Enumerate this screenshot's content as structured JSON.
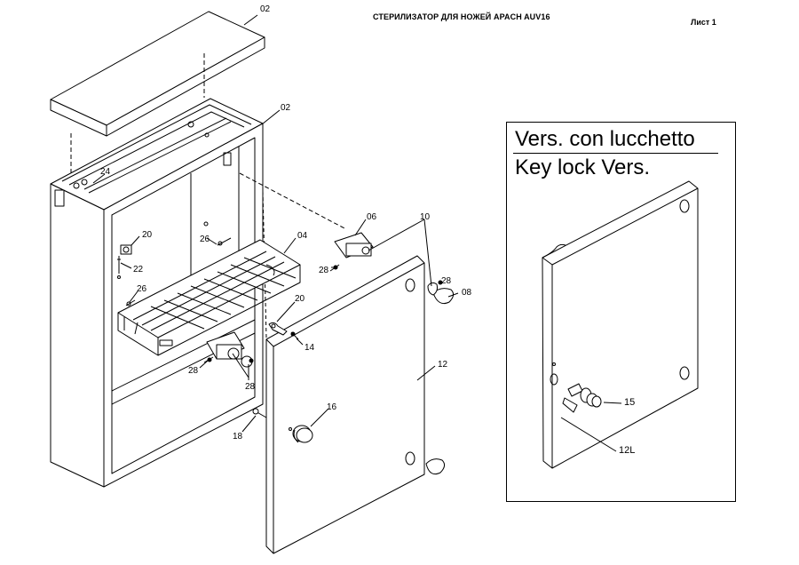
{
  "page": {
    "title": "СТЕРИЛИЗАТОР ДЛЯ НОЖЕЙ APACH AUV16",
    "sheet": "Лист 1"
  },
  "inset": {
    "title_it": "Vers. con lucchetto",
    "title_en": "Key lock Vers.",
    "callouts": {
      "lock": "15",
      "door": "12L"
    }
  },
  "callouts": {
    "lid": "02",
    "cabinet": "02",
    "screws_top": "24",
    "bracket_left": "20",
    "washer": "26",
    "screw_left": "22",
    "rack": "04",
    "washer_left": "26",
    "hinge_top": "06",
    "hinge_pin": "10",
    "screw_hinge_top": "28",
    "screw_right": "28",
    "cap": "08",
    "bracket_door": "20",
    "screw_door": "14",
    "screw_hinge_bottom": "28",
    "screw_bottom": "28",
    "door": "12",
    "knob": "16",
    "foot": "18"
  }
}
